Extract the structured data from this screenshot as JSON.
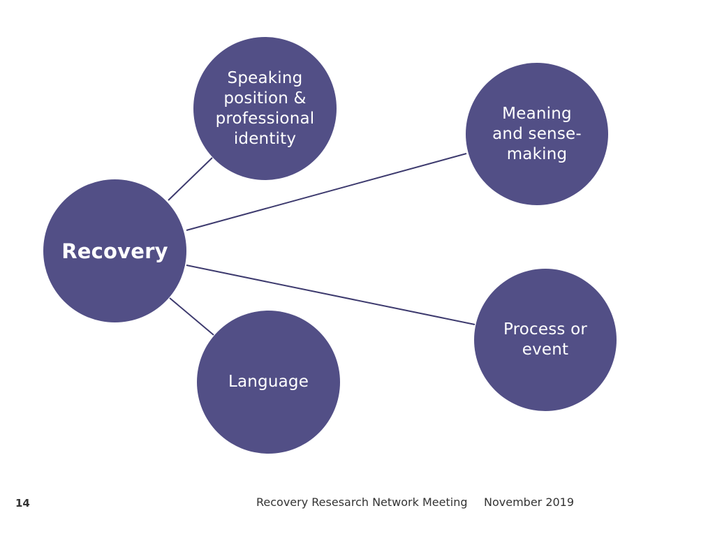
{
  "diagram": {
    "center": {
      "label": "Recovery"
    },
    "nodes": [
      {
        "label": "Speaking position & professional identity"
      },
      {
        "label": "Meaning and sense-making"
      },
      {
        "label": "Process or event"
      },
      {
        "label": "Language"
      }
    ],
    "colors": {
      "node_fill": "#524f86",
      "node_text": "#ffffff",
      "connector": "#3d3a6e"
    }
  },
  "footer": {
    "page_number": "14",
    "meeting": "Recovery Resesarch Network Meeting",
    "date": "November 2019"
  }
}
